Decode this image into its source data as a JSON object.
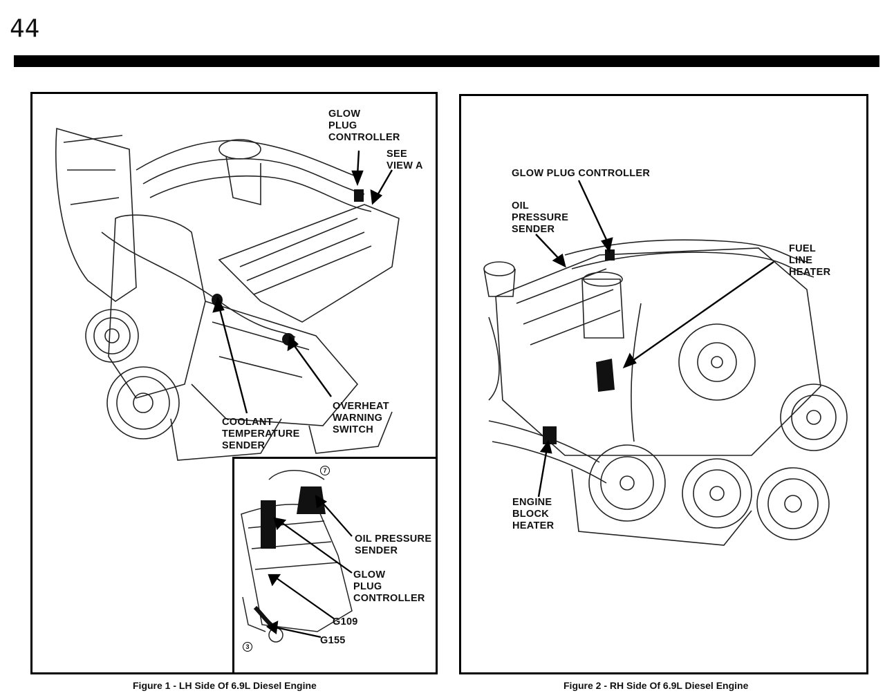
{
  "page": {
    "number": "44"
  },
  "figure1": {
    "caption": "Figure 1 - LH Side Of 6.9L Diesel Engine",
    "labels": {
      "glow_plug_controller": "GLOW\nPLUG\nCONTROLLER",
      "see_view_a": "SEE\nVIEW A",
      "overheat_warning_switch": "OVERHEAT\nWARNING\nSWITCH",
      "coolant_temperature_sender": "COOLANT\nTEMPERATURE\nSENDER"
    },
    "view_a": {
      "labels": {
        "oil_pressure_sender": "OIL PRESSURE\nSENDER",
        "glow_plug_controller": "GLOW\nPLUG\nCONTROLLER",
        "g109": "G109",
        "g155": "G155"
      },
      "callouts": {
        "top": "7",
        "bottom": "3"
      }
    }
  },
  "figure2": {
    "caption": "Figure 2 - RH Side Of 6.9L Diesel Engine",
    "labels": {
      "glow_plug_controller": "GLOW PLUG CONTROLLER",
      "oil_pressure_sender": "OIL\nPRESSURE\nSENDER",
      "fuel_line_heater": "FUEL\nLINE\nHEATER",
      "engine_block_heater": "ENGINE\nBLOCK\nHEATER"
    }
  }
}
